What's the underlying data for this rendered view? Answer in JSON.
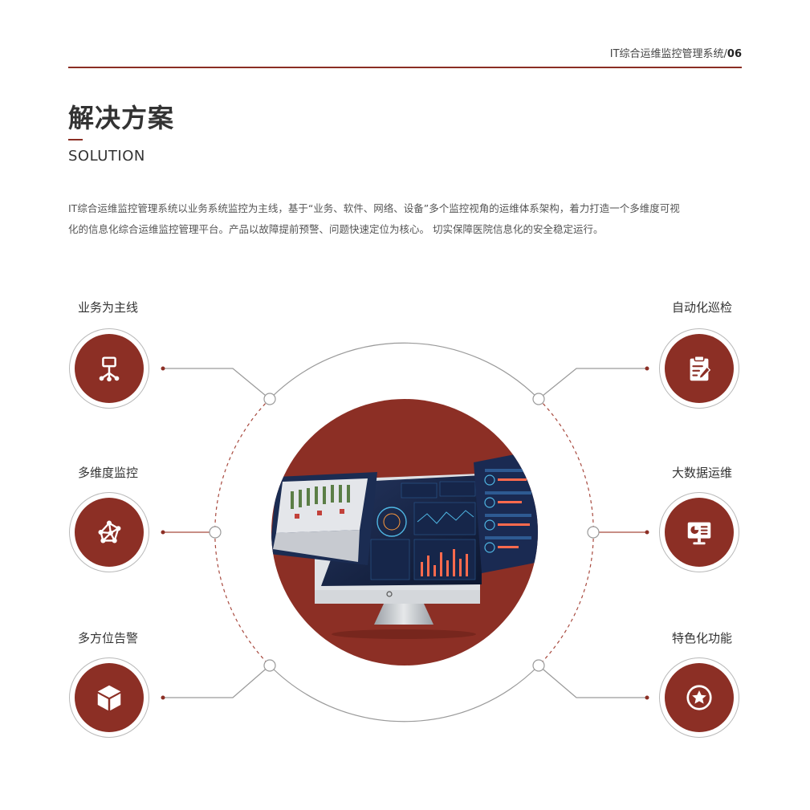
{
  "header": {
    "title": "IT综合运维监控管理系统/",
    "page_number": "06"
  },
  "section": {
    "title": "解决方案",
    "subtitle": "SOLUTION"
  },
  "intro": {
    "line1": "IT综合运维监控管理系统以业务系统监控为主线，基于“业务、软件、网络、设备”多个监控视角的运维体系架构，着力打造一个多维度可视",
    "line2": "化的信息化综合运维监控管理平台。产品以故障提前预警、问题快速定位为核心。 切实保障医院信息化的安全稳定运行。"
  },
  "features": {
    "left": [
      {
        "label": "业务为主线",
        "icon": "org-chart-icon"
      },
      {
        "label": "多维度监控",
        "icon": "network-nodes-icon"
      },
      {
        "label": "多方位告警",
        "icon": "cube-icon"
      }
    ],
    "right": [
      {
        "label": "自动化巡检",
        "icon": "clipboard-edit-icon"
      },
      {
        "label": "大数据运维",
        "icon": "monitor-chart-icon"
      },
      {
        "label": "特色化功能",
        "icon": "star-circle-icon"
      }
    ]
  },
  "colors": {
    "brand": "#8c2f25",
    "rule": "#8b2e24",
    "line": "#9a9a9a"
  },
  "center_image": {
    "icon": "dashboard-monitor-icon"
  }
}
